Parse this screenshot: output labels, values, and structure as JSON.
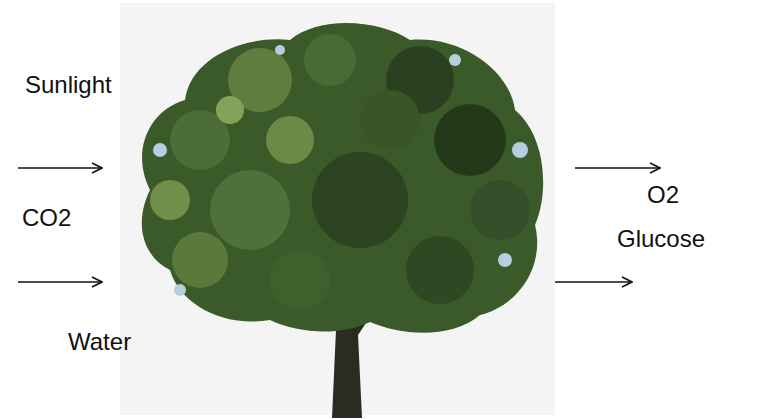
{
  "diagram": {
    "labels": [
      "Sunlight",
      "CO2",
      "Water",
      "O2",
      "Glucose"
    ]
  }
}
